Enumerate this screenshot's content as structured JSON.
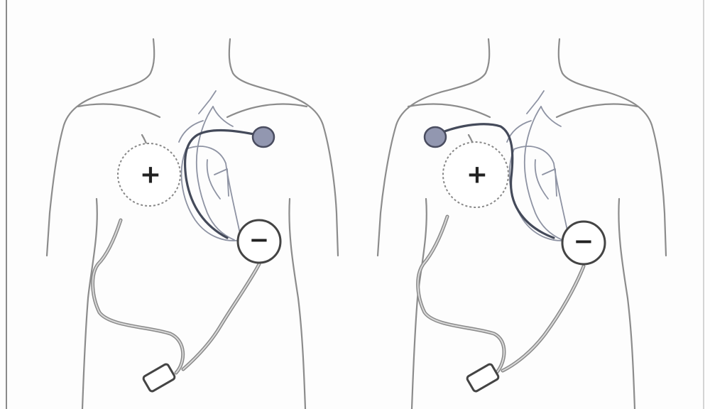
{
  "panels": [
    {
      "id": "left",
      "positive_symbol": "+",
      "negative_symbol": "−",
      "device_side": "patient-left"
    },
    {
      "id": "right",
      "positive_symbol": "+",
      "negative_symbol": "−",
      "device_side": "patient-right"
    }
  ],
  "colors": {
    "outline": "#8c8c8c",
    "device": "#9297b0",
    "lead": "#444a5a"
  }
}
